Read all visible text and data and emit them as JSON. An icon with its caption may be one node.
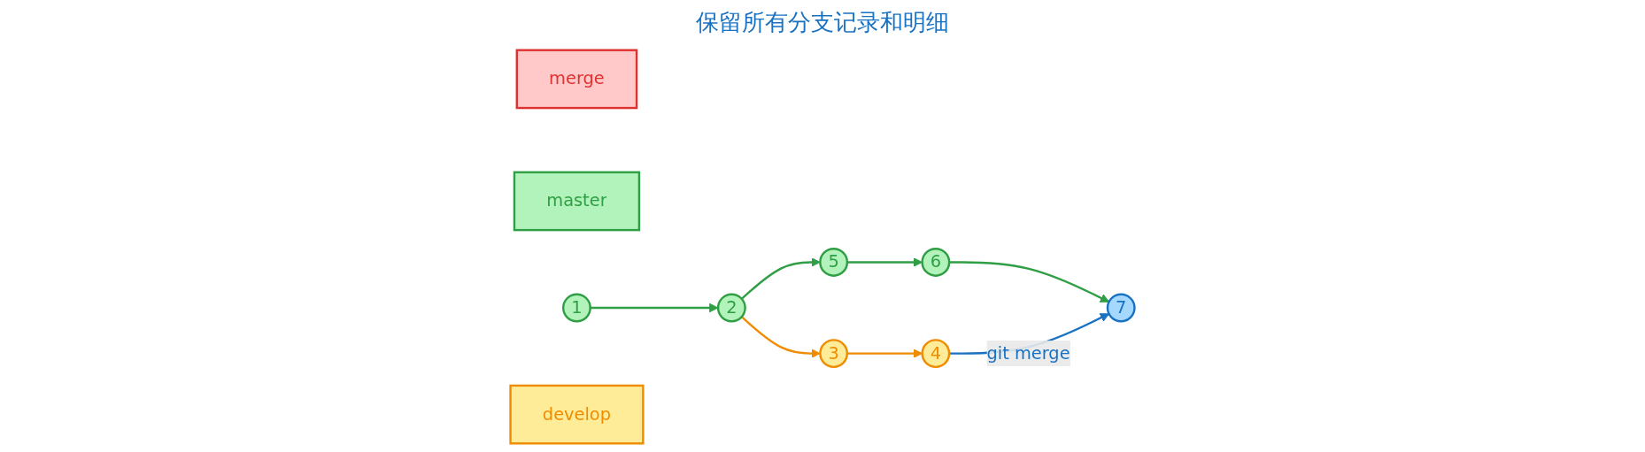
{
  "diagram": {
    "nodes": [
      {
        "text": [
          "merge"
        ]
      },
      {
        "text": [
          "master"
        ]
      },
      {
        "text": [
          "1"
        ]
      },
      {
        "text": [
          "2"
        ]
      },
      {
        "text": [
          "5"
        ]
      },
      {
        "text": [
          "6"
        ]
      },
      {
        "text": [
          "7"
        ]
      },
      {
        "text": [
          "develop"
        ]
      },
      {
        "text": [
          "3"
        ]
      },
      {
        "text": [
          "4"
        ]
      }
    ],
    "edges": [
      {
        "from": 2,
        "to": 3,
        "arrow": "to"
      },
      {
        "from": 3,
        "to": 4,
        "arrow": "to"
      },
      {
        "from": 4,
        "to": 5,
        "arrow": "to"
      },
      {
        "from": 5,
        "to": 6,
        "arrow": "to"
      },
      {
        "from": 3,
        "to": 8,
        "arrow": "to",
        "color": "#f08c00"
      },
      {
        "from": 8,
        "to": 9,
        "arrow": "to",
        "color": "#f08c00"
      },
      {
        "from": 9,
        "to": 6,
        "arrow": "to",
        "label": "git merge",
        "color": "#1971c2"
      }
    ],
    "labels": [
      "保留所有分支记录和明细"
    ]
  }
}
